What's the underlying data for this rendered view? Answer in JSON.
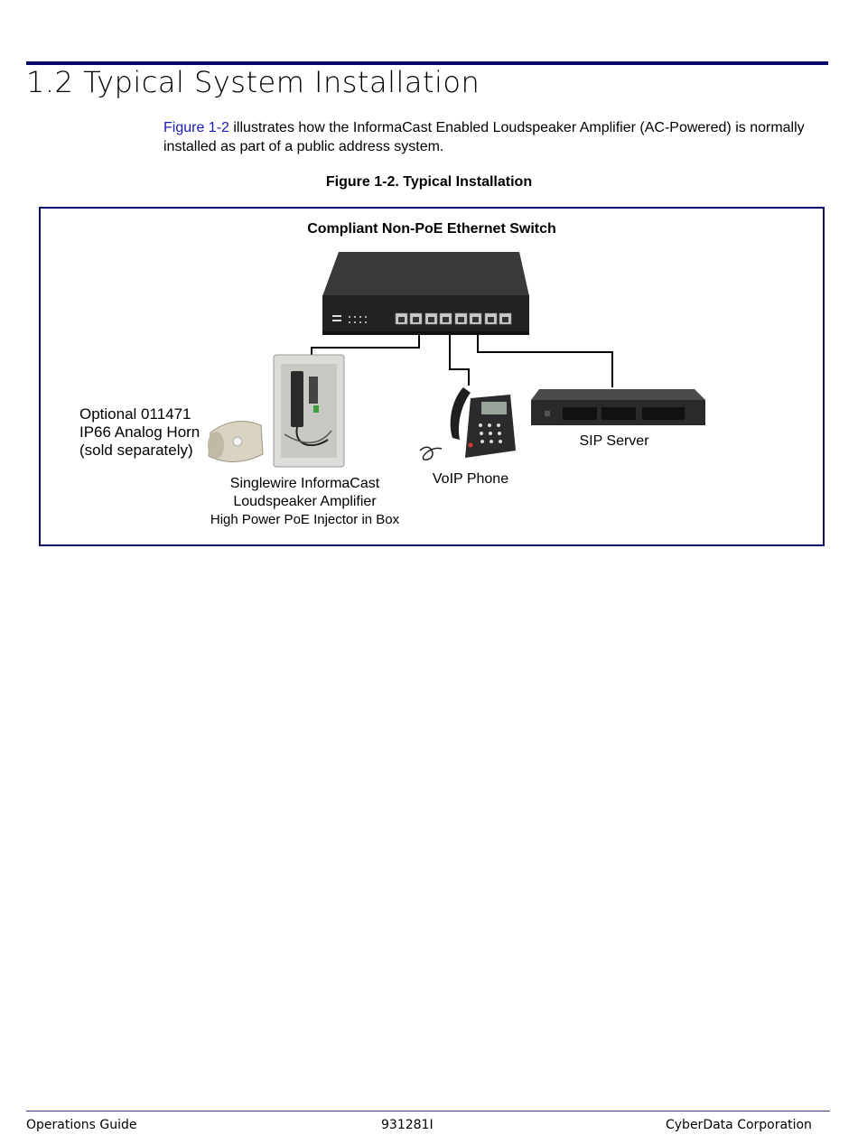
{
  "section": {
    "title": "1.2 Typical System Installation"
  },
  "intro": {
    "link_text": "Figure 1-2",
    "text": " illustrates how the InformaCast Enabled Loudspeaker Amplifier (AC-Powered) is normally installed as part of a public address system."
  },
  "figure": {
    "caption": "Figure 1-2. Typical Installation",
    "switch_title": "Compliant Non-PoE Ethernet Switch",
    "horn": {
      "line1": "Optional 011471",
      "line2": "IP66 Analog Horn",
      "line3": "(sold separately)"
    },
    "amplifier": {
      "line1": "Singlewire InformaCast",
      "line2": "Loudspeaker Amplifier",
      "line3": "High Power PoE Injector in Box"
    },
    "phone_label": "VoIP Phone",
    "sip_label": "SIP Server"
  },
  "footer": {
    "left": "Operations Guide",
    "center": "931281I",
    "right": "CyberData Corporation"
  },
  "colors": {
    "rule": "#0a0a6e",
    "link": "#1a1ab8",
    "device": "#2b2b2b"
  }
}
